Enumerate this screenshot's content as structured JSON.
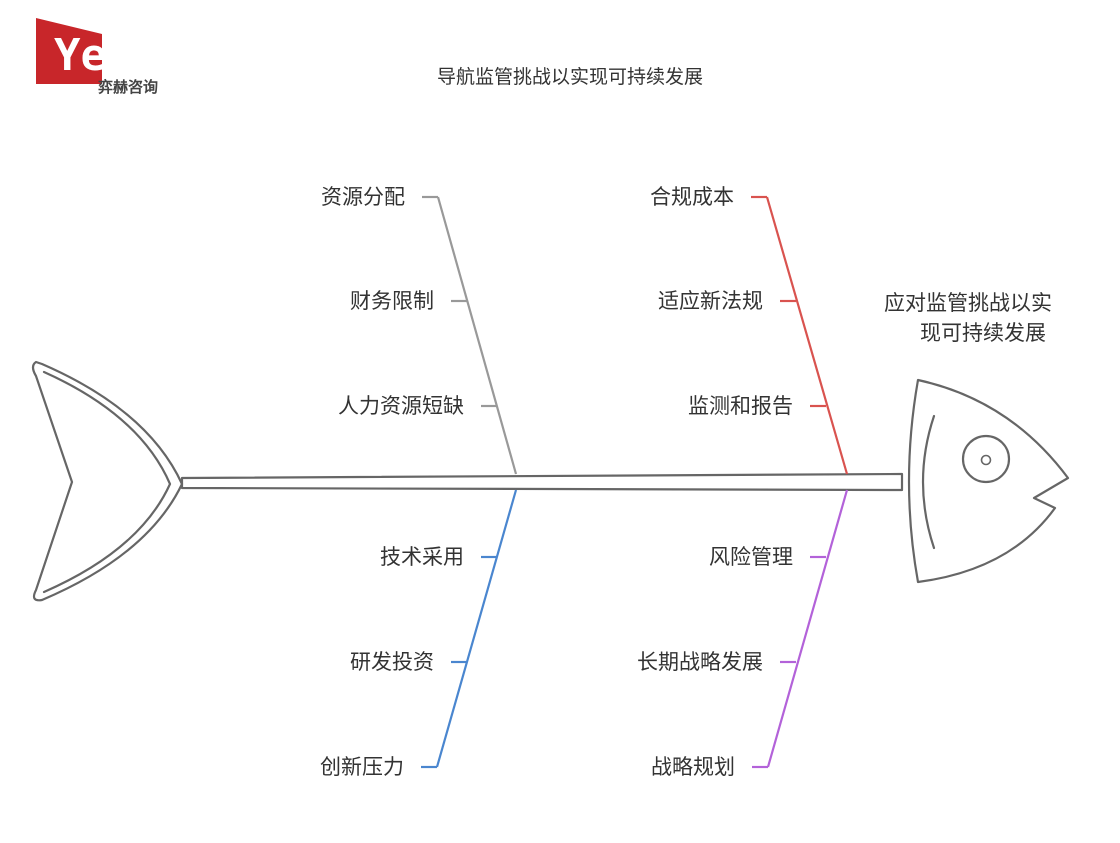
{
  "logo": {
    "brand": "Yeeher",
    "subtitle": "弈赫咨询",
    "accent_color": "#c8262a"
  },
  "title": "导航监管挑战以实现可持续发展",
  "head_label": [
    "应对监管挑战以实",
    "现可持续发展"
  ],
  "categories": [
    {
      "id": "upper-left",
      "color": "#999999",
      "causes": [
        "资源分配",
        "财务限制",
        "人力资源短缺"
      ]
    },
    {
      "id": "upper-right",
      "color": "#d9534f",
      "causes": [
        "合规成本",
        "适应新法规",
        "监测和报告"
      ]
    },
    {
      "id": "lower-left",
      "color": "#4a86cf",
      "causes": [
        "技术采用",
        "研发投资",
        "创新压力"
      ]
    },
    {
      "id": "lower-right",
      "color": "#b362d9",
      "causes": [
        "风险管理",
        "长期战略发展",
        "战略规划"
      ]
    }
  ]
}
